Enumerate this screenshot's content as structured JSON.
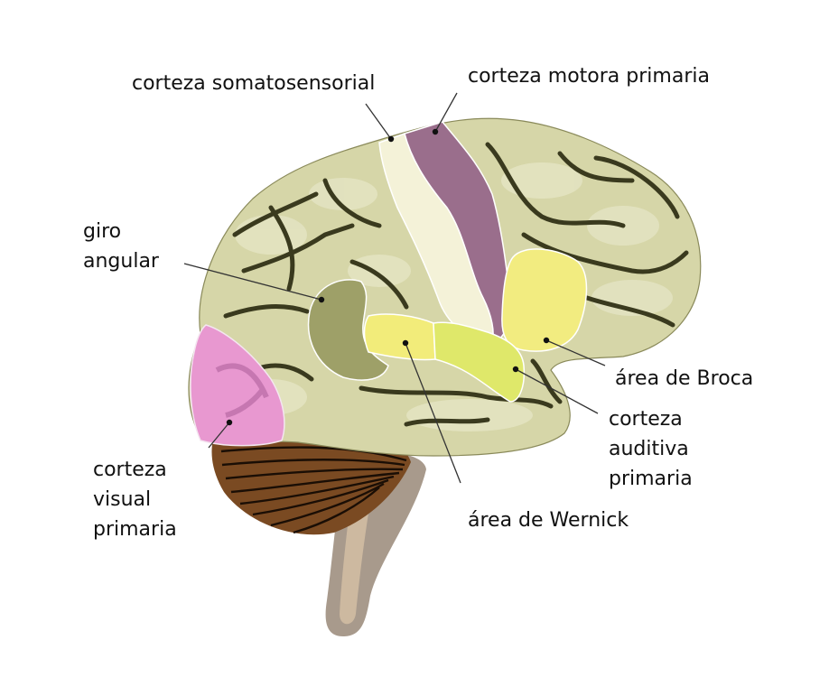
{
  "title": "Brain lateral view with labeled cortical areas",
  "labels": {
    "somatosensory": [
      "corteza somatosensorial"
    ],
    "motor": [
      "corteza motora primaria"
    ],
    "angular": [
      "giro",
      "angular"
    ],
    "broca": [
      "área de Broca"
    ],
    "auditory": [
      "corteza",
      "auditiva",
      "primaria"
    ],
    "visual": [
      "corteza",
      "visual",
      "primaria"
    ],
    "wernicke": [
      "área de Wernick"
    ]
  },
  "colors": {
    "cortex": "#d6d6a8",
    "cortex_light": "#e4e4c2",
    "sulcus": "#3a3a1e",
    "somatosensory": "#f4f2d8",
    "motor": "#9a6e8c",
    "angular": "#9ea068",
    "broca": "#f2ec80",
    "wernicke": "#f2ec7a",
    "auditory": "#dfe86a",
    "visual": "#e898d0",
    "cerebellum": "#7a4a22",
    "brainstem": "#a89a8c"
  }
}
